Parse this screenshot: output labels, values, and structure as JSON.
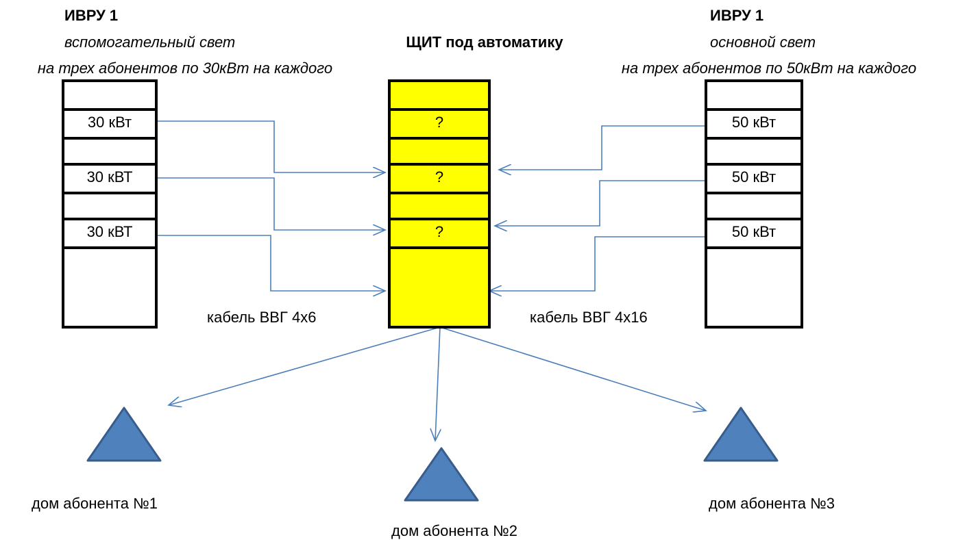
{
  "left_panel": {
    "title": "ИВРУ 1",
    "subtitle": "вспомогательный свет",
    "description": "на трех абонентов по 30кВт на каждого",
    "slots": [
      "",
      "30 кВт",
      "",
      "30 кВТ",
      "",
      "30 кВТ",
      ""
    ]
  },
  "center_panel": {
    "title": "ЩИТ под автоматику",
    "slots": [
      "",
      "?",
      "",
      "?",
      "",
      "?",
      ""
    ],
    "fill_color": "#ffff00"
  },
  "right_panel": {
    "title": "ИВРУ 1",
    "subtitle": "основной свет",
    "description": "на трех абонентов по 50кВт на каждого",
    "slots": [
      "",
      "50 кВт",
      "",
      "50 кВт",
      "",
      "50 кВт",
      ""
    ]
  },
  "cables": {
    "left": "кабель ВВГ 4х6",
    "right": "кабель ВВГ 4х16"
  },
  "houses": [
    {
      "label": "дом абонента №1"
    },
    {
      "label": "дом абонента №2"
    },
    {
      "label": "дом абонента №3"
    }
  ],
  "colors": {
    "arrow": "#4a7ebb",
    "house_fill": "#4f81bd",
    "house_stroke": "#385d8a"
  }
}
